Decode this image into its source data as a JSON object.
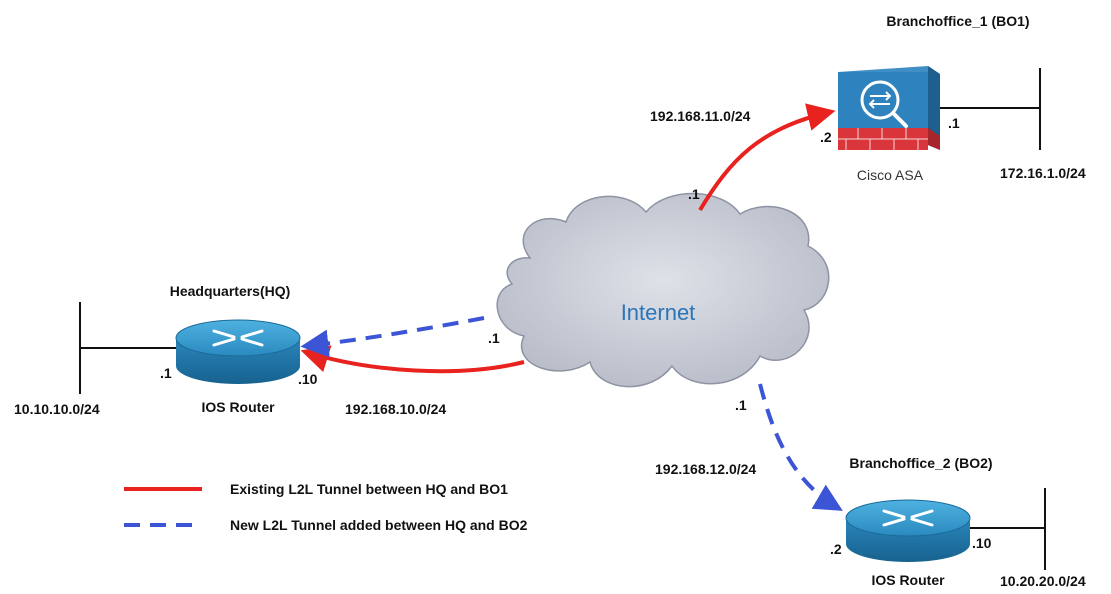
{
  "cloud": {
    "label": "Internet"
  },
  "hq": {
    "title": "Headquarters(HQ)",
    "device": "IOS Router",
    "lan": "10.10.10.0/24",
    "lan_if": ".1",
    "wan_if": ".10"
  },
  "bo1": {
    "title": "Branchoffice_1 (BO1)",
    "device": "Cisco ASA",
    "lan": "172.16.1.0/24",
    "lan_if": ".1",
    "wan_if": ".2"
  },
  "bo2": {
    "title": "Branchoffice_2 (BO2)",
    "device": "IOS Router",
    "lan": "10.20.20.0/24",
    "lan_if": ".10",
    "wan_if": ".2"
  },
  "links": {
    "hq_net": "192.168.10.0/24",
    "hq_cloud_if": ".1",
    "bo1_net": "192.168.11.0/24",
    "bo1_cloud_if": ".1",
    "bo2_net": "192.168.12.0/24",
    "bo2_cloud_if": ".1"
  },
  "legend": {
    "existing": "Existing L2L Tunnel between HQ and BO1",
    "new": "New L2L Tunnel added between HQ and BO2"
  },
  "colors": {
    "existing_tunnel": "#e8221f",
    "new_tunnel": "#3b55d6",
    "cloud_fill": "#c9ccd6",
    "router_blue": "#2d8fc4",
    "asa_red": "#d9363c"
  }
}
